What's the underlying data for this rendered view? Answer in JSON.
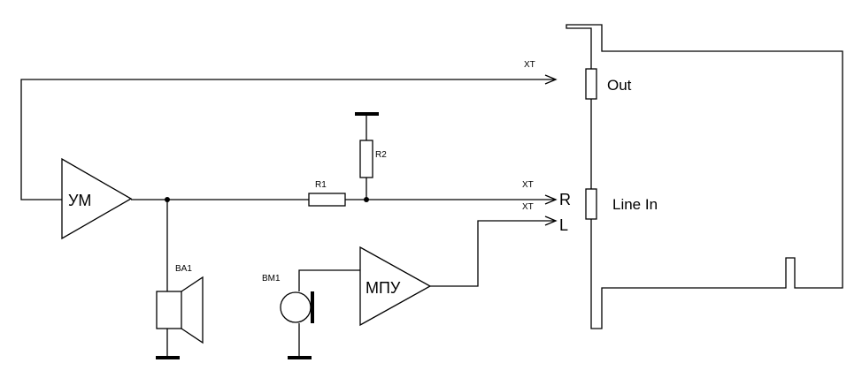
{
  "labels": {
    "amplifier": "УМ",
    "preamp": "МПУ",
    "r1": "R1",
    "r2": "R2",
    "speaker": "BA1",
    "microphone": "BM1",
    "xt_out": "XT",
    "xt_r": "XT",
    "xt_l": "XT",
    "channel_r": "R",
    "channel_l": "L",
    "port_out": "Out",
    "port_line_in": "Line In"
  }
}
